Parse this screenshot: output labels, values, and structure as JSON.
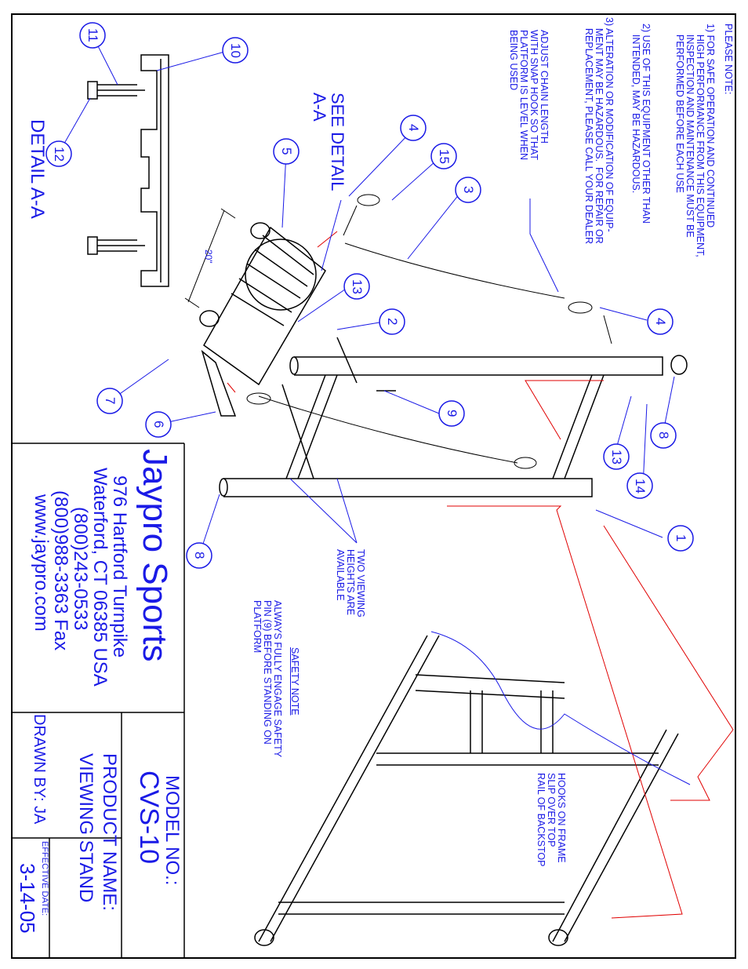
{
  "notes": {
    "heading": "PLEASE NOTE:",
    "items": [
      "1) FOR SAFE OPERATION AND CONTINUED\n    HIGH PERFORMANCE FROM THIS EQUIPMENT,\n    INSPECTION AND MAINTENANCE MUST BE\n    PERFORMED BEFORE EACH USE",
      "2) USE OF THIS EQUIPMENT OTHER THAN\n    INTENDED, MAY BE HAZARDOUS.",
      "3) ALTERATION OR MODIFICATION OF EQUIP-\n    MENT MAY BE HAZARDOUS.  FOR REPAIR OR\n    REPLACEMENT, PLEASE CALL YOUR DEALER"
    ]
  },
  "callouts": {
    "adjust_chain": "ADJUST CHAIN LENGTH\nWITH SNAP HOOK SO THAT\nPLATFORM IS LEVEL WHEN\nBEING USED",
    "see_detail": "SEE DETAIL\nA-A",
    "detail_title": "DETAIL A-A",
    "dimension": "20\"",
    "viewing_heights": "TWO VIEWING\nHEIGHTS ARE\nAVAILABLE",
    "safety_heading": "SAFETY NOTE",
    "safety_text": "ALWAYS FULLY ENGAGE SAFETY\nPIN (9) BEFORE STANDING ON\nPLATFORM",
    "hooks": "HOOKS ON FRAME\nSLIP OVER TOP\nRAIL OF BACKSTOP"
  },
  "part_numbers": [
    "1",
    "2",
    "3",
    "4",
    "4",
    "5",
    "6",
    "7",
    "8",
    "8",
    "9",
    "10",
    "11",
    "12",
    "13",
    "13",
    "14",
    "15"
  ],
  "title_block": {
    "company": "Jaypro Sports",
    "address1": "976 Hartford Turnpike",
    "address2": "Waterford, CT 06385 USA",
    "phone": "(800)243-0533",
    "fax": "(800)988-3363 Fax",
    "web": "www.jaypro.com",
    "model_label": "MODEL NO.:",
    "model_value": "CVS-10",
    "product_label": "PRODUCT NAME:",
    "product_value": "VIEWING STAND",
    "drawn_by": "DRAWN BY: JA",
    "effective_label": "EFFECTIVE DATE:",
    "effective_value": "3-14-05"
  },
  "colors": {
    "ink": "#1a1ae6",
    "line": "#000000",
    "leader": "#e00000"
  }
}
